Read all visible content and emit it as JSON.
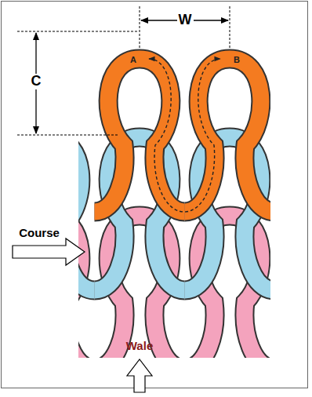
{
  "diagram": {
    "labels": [
      "W",
      "C",
      "A",
      "B",
      "Course",
      "Wale"
    ]
  }
}
